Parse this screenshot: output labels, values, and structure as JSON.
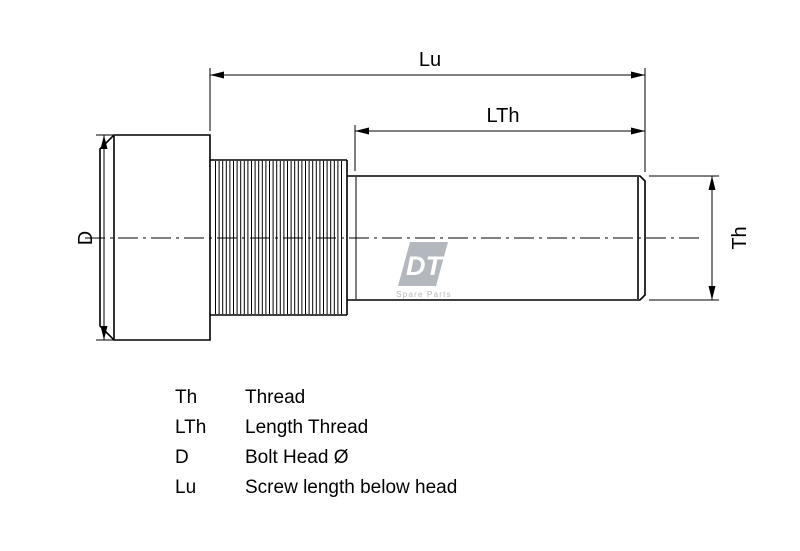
{
  "drawing": {
    "dimension_labels": {
      "lu": "Lu",
      "lth": "LTh",
      "d": "D",
      "th": "Th"
    },
    "watermark": {
      "logo": "DT",
      "subtext": "Spare Parts"
    },
    "colors": {
      "line": "#000000",
      "watermark": "#b2b8be",
      "background": "#ffffff"
    }
  },
  "legend": {
    "items": [
      {
        "symbol": "Th",
        "description": "Thread"
      },
      {
        "symbol": "LTh",
        "description": "Length Thread"
      },
      {
        "symbol": "D",
        "description": "Bolt Head Ø"
      },
      {
        "symbol": "Lu",
        "description": "Screw length below head"
      }
    ]
  }
}
